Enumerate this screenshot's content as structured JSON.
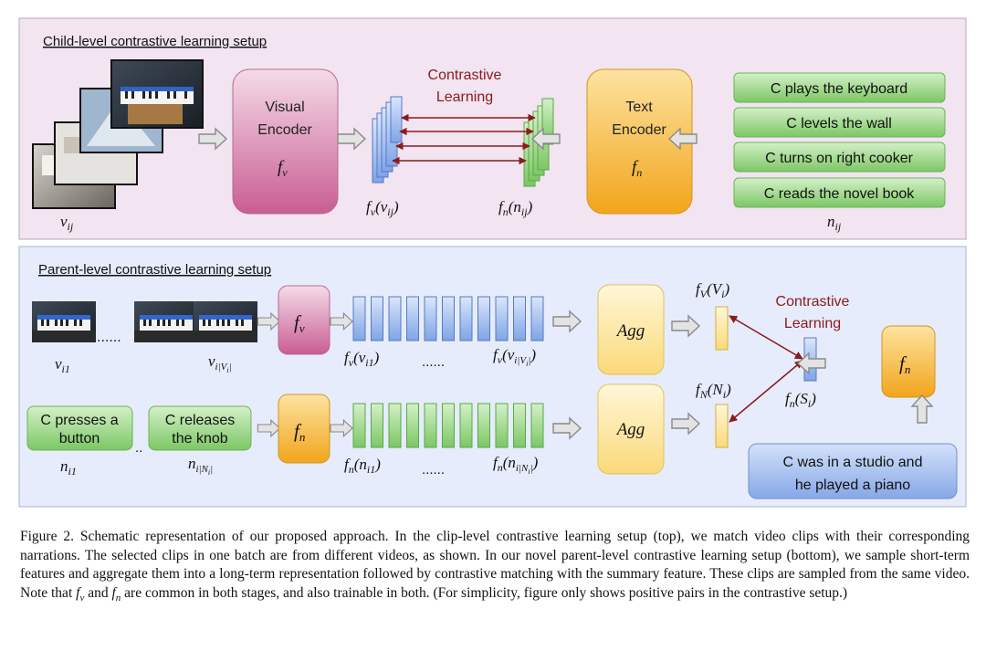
{
  "top": {
    "title": "Child-level contrastive learning setup",
    "visual_encoder": [
      "Visual",
      "Encoder"
    ],
    "visual_fn": "f",
    "visual_fn_sub": "v",
    "text_encoder": [
      "Text",
      "Encoder"
    ],
    "text_fn": "f",
    "text_fn_sub": "n",
    "contrastive": [
      "Contrastive",
      "Learning"
    ],
    "label_vij": "v",
    "label_vij_sub": "ij",
    "label_fv": "f",
    "label_fv_sub": "v",
    "label_fv_arg": "(v",
    "label_fv_arg_sub": "ij",
    "label_fv_close": ")",
    "label_fn": "f",
    "label_fn_sub": "n",
    "label_fn_arg": "(n",
    "label_fn_arg_sub": "ij",
    "label_fn_close": ")",
    "label_nij": "n",
    "label_nij_sub": "ij",
    "narrations": [
      "C plays the keyboard",
      "C levels the wall",
      "C turns on right cooker",
      "C reads the novel book"
    ]
  },
  "bottom": {
    "title": "Parent-level contrastive learning setup",
    "fv_box": "f",
    "fv_box_sub": "v",
    "fn_box": "f",
    "fn_box_sub": "n",
    "agg": "Agg",
    "dots": "......",
    "dots_small": "..",
    "vi1": "v",
    "vi1_sub": "i1",
    "viV": "v",
    "viV_sub": "i|V",
    "viV_sub2": "i",
    "viV_sub3": "|",
    "ni1": "n",
    "ni1_sub": "i1",
    "niN": "n",
    "niN_sub": "i|N",
    "niN_sub2": "i",
    "niN_sub3": "|",
    "fv_vi1": "f",
    "fv_vi1_sub": "v",
    "fv_vi1_arg": "(v",
    "fv_vi1_arg_sub": "i1",
    "close": ")",
    "fv_viV": "f",
    "fv_viV_sub": "v",
    "fv_viV_arg": "(v",
    "fv_viV_arg_sub": "i|V",
    "fv_viV_arg_sub2": "i",
    "fv_viV_arg_sub3": "|",
    "fn_ni1": "f",
    "fn_ni1_sub": "n",
    "fn_ni1_arg": "(n",
    "fn_ni1_arg_sub": "i1",
    "fn_niN": "f",
    "fn_niN_sub": "n",
    "fn_niN_arg": "(n",
    "fn_niN_arg_sub": "i|N",
    "fn_niN_arg_sub2": "i",
    "fn_niN_arg_sub3": "|",
    "fV": "f",
    "fV_sub": "V",
    "fV_arg": "(V",
    "fV_arg_sub": "i",
    "fN": "f",
    "fN_sub": "N",
    "fN_arg": "(N",
    "fN_arg_sub": "i",
    "fnS": "f",
    "fnS_sub": "n",
    "fnS_arg": "(S",
    "fnS_arg_sub": "i",
    "contrastive": [
      "Contrastive",
      "Learning"
    ],
    "narr1": [
      "C presses a",
      "button"
    ],
    "narr2": [
      "C releases",
      "the knob"
    ],
    "summary": [
      "C was in a studio and",
      "he played a piano"
    ]
  },
  "caption": {
    "p1": "Figure 2. Schematic representation of our proposed approach. In the clip-level contrastive learning setup (top), we match video clips with their corresponding narrations. The selected clips in one batch are from different videos, as shown. In our novel parent-level contrastive learning setup (bottom), we sample short-term features and aggregate them into a long-term representation followed by contrastive matching with the summary feature. These clips are sampled from the same video. Note that ",
    "fv": "f",
    "fv_sub": "v",
    "and": " and ",
    "fn": "f",
    "fn_sub": "n",
    "p2": " are common in both stages, and also trainable in both. (For simplicity, figure only shows positive pairs in the contrastive setup.)"
  },
  "colors": {
    "top_panel": "#f2e4f1",
    "bottom_panel": "#e6ecfb",
    "pink_encoder": "#d97fa9",
    "orange_encoder": "#f6b73d",
    "green_box": "#8fd27a",
    "blue_feature": "#8fb0ea",
    "yellow_feature": "#fde9a6",
    "contrastive_red": "#8b1a1a"
  }
}
